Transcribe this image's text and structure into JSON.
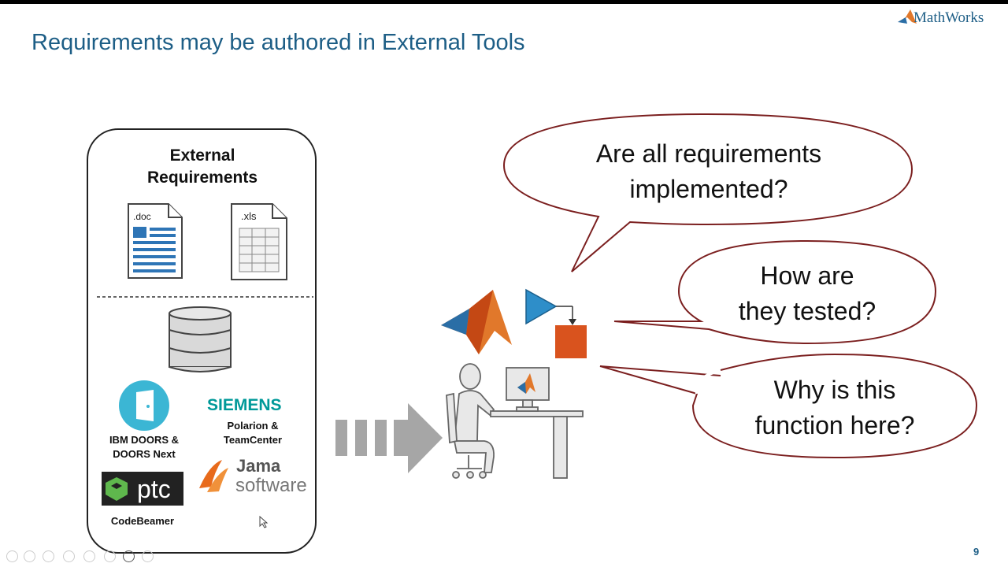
{
  "slide": {
    "title": "Requirements may be authored in External Tools",
    "page_number": "9"
  },
  "brand": {
    "logo_text": "MathWorks"
  },
  "external_requirements": {
    "title_line1": "External",
    "title_line2": "Requirements",
    "doc_label": ".doc",
    "xls_label": ".xls",
    "tools": [
      {
        "line1": "IBM DOORS &",
        "line2": "DOORS Next"
      },
      {
        "brand": "SIEMENS",
        "line1": "Polarion &",
        "line2": "TeamCenter"
      },
      {
        "brand": "ptc",
        "line1": "CodeBeamer"
      },
      {
        "brand_line1": "Jama",
        "brand_line2": "software"
      }
    ]
  },
  "bubbles": [
    {
      "line1": "Are all requirements",
      "line2": "implemented?"
    },
    {
      "line1": "How are",
      "line2": "they tested?"
    },
    {
      "line1": "Why is this",
      "line2": "function here?"
    }
  ],
  "colors": {
    "title": "#1d5e86",
    "bubble_border": "#7b1f1f",
    "arrow": "#a6a6a6",
    "simulink_block": "#d9531e",
    "siemens": "#009999",
    "doc_blue": "#2e75b6"
  }
}
